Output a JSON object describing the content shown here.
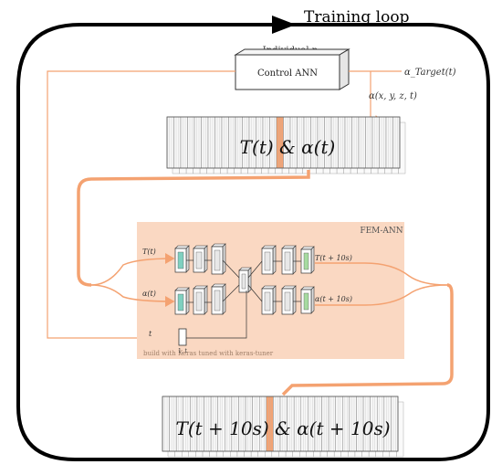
{
  "title": "Training loop",
  "individual": {
    "label": "Individual n",
    "control_ann": "Control ANN"
  },
  "inputs": {
    "alpha_target": "α_Target(t)",
    "alpha_field": "α(x, y, z, t)"
  },
  "fields_block_top": "T(t) & α(t)",
  "fields_block_bottom": "T(t + 10s) & α(t + 10s)",
  "fem_ann": {
    "label": "FEM-ANN",
    "input_T": "T(t)",
    "input_alpha": "α(t)",
    "input_t": "t",
    "output_T": "T(t + 10s)",
    "output_alpha": "α(t + 10s)",
    "keras_note": "build with Keras tuned with keras-tuner",
    "t_node_label": "1, t"
  },
  "colors": {
    "accent": "#f4a271",
    "accent_dark": "#ef8a4a",
    "fem_bg": "#fad8c2",
    "frame": "#000000",
    "layer_fill": "#f2f2f2",
    "teal": "#7fd0c0",
    "green": "#a6dba0"
  }
}
